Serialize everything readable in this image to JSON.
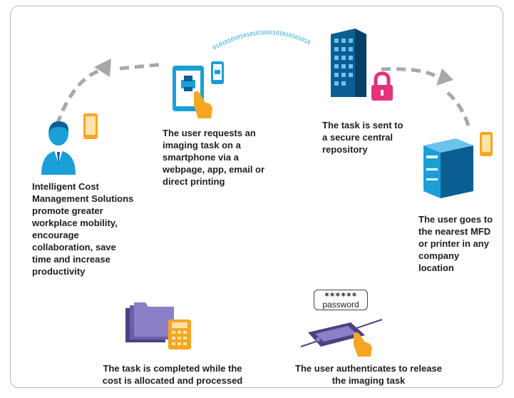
{
  "colors": {
    "blue": "#1a9fd6",
    "dark_blue": "#0b5e94",
    "orange": "#f6a623",
    "purple": "#8a80c8",
    "dark_purple": "#4c4280",
    "pink": "#e4337b",
    "gray_arrow": "#a8a8a8"
  },
  "icons": [
    "businessman-icon",
    "smartphone-icon",
    "tablet-print-icon",
    "secure-building-icon",
    "padlock-icon",
    "multifunction-printer-icon",
    "card-reader-icon",
    "folders-icon",
    "calculator-icon"
  ],
  "steps": {
    "intro": "Intelligent Cost Management Solutions promote greater workplace mobility, encourage collaboration, save time and increase productivity",
    "request": "The user requests an imaging task on a smartphone via a webpage, app, email or direct printing",
    "repository": "The task is sent to a secure central repository",
    "printer": "The user goes to the nearest MFD or printer in any company location",
    "authenticate": "The user authenticates to release the imaging task",
    "complete": "The task is completed while the cost is allocated and processed"
  },
  "password_box": {
    "stars": "******",
    "label": "password"
  },
  "binary_stream": "0101010101010101010101010101010"
}
